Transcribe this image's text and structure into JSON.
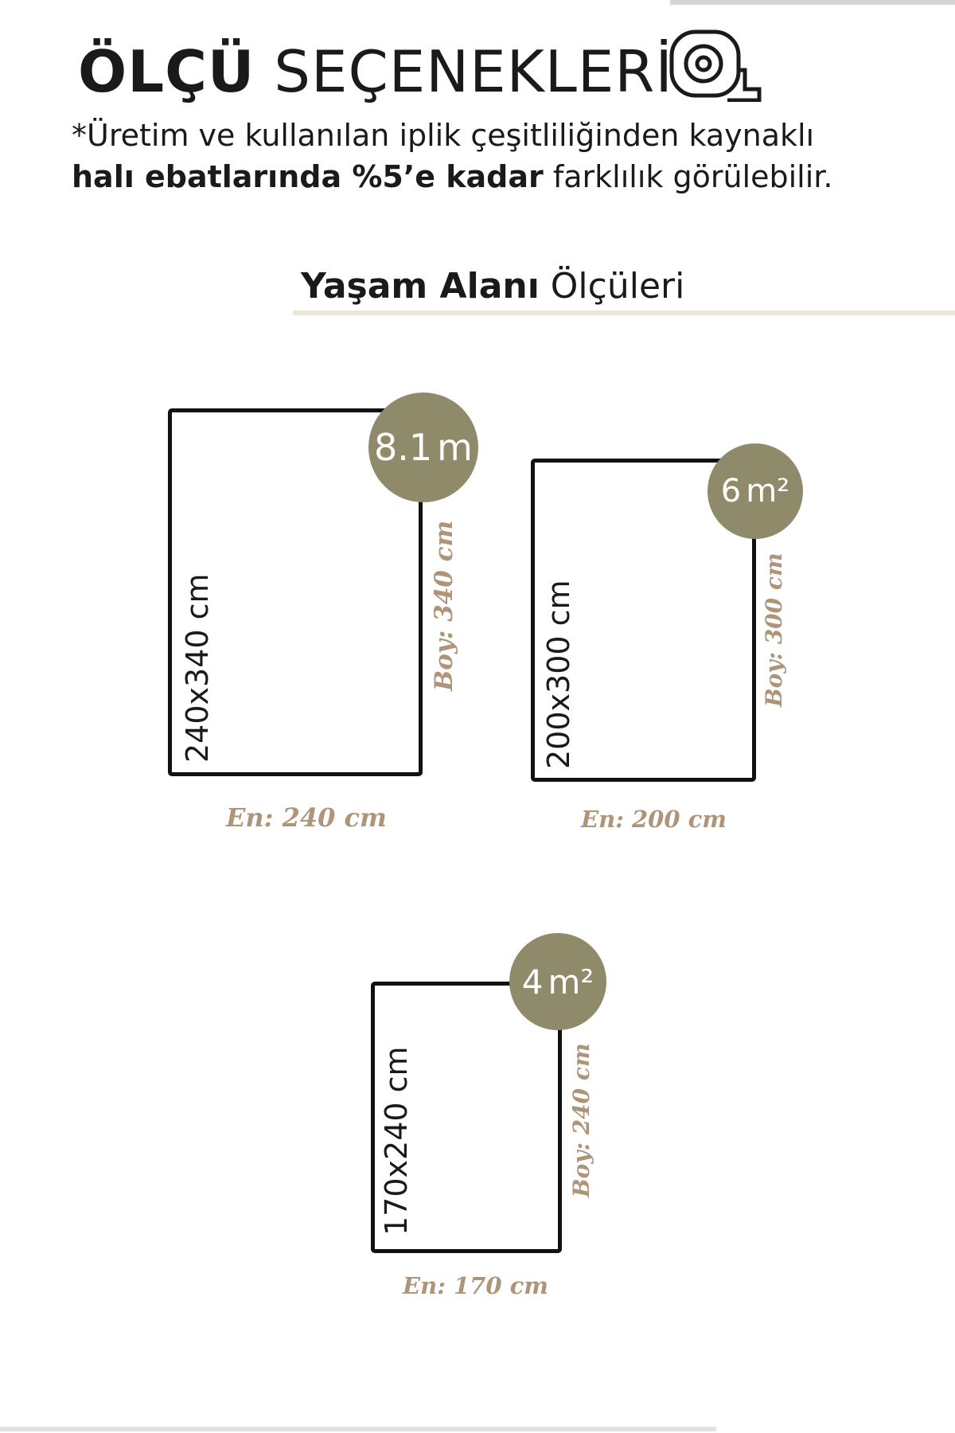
{
  "header": {
    "title_bold": "ÖLÇÜ",
    "title_light": "SEÇENEKLERİ",
    "icon": "tape-measure-icon",
    "notice_line1": "*Üretim ve kullanılan iplik çeşitliliğinden kaynaklı",
    "notice_line2_bold": "halı ebatlarında %5’e kadar",
    "notice_line2_rest": "farklılık görülebilir."
  },
  "section": {
    "title_bold": "Yaşam Alanı",
    "title_rest": "Ölçüleri"
  },
  "rugs": [
    {
      "size_label": "240x340 cm",
      "area_value": "8.1",
      "area_unit": "m",
      "width_label": "En: 240 cm",
      "length_label": "Boy: 340 cm"
    },
    {
      "size_label": "200x300 cm",
      "area_value": "6",
      "area_unit": "m²",
      "width_label": "En: 200 cm",
      "length_label": "Boy: 300 cm"
    },
    {
      "size_label": "170x240 cm",
      "area_value": "4",
      "area_unit": "m²",
      "width_label": "En: 170 cm",
      "length_label": "Boy: 240 cm"
    }
  ],
  "colors": {
    "badge": "#8f8a69",
    "dimension_text": "#ae957a",
    "section_line": "#ede5d6",
    "outline": "#111111"
  }
}
